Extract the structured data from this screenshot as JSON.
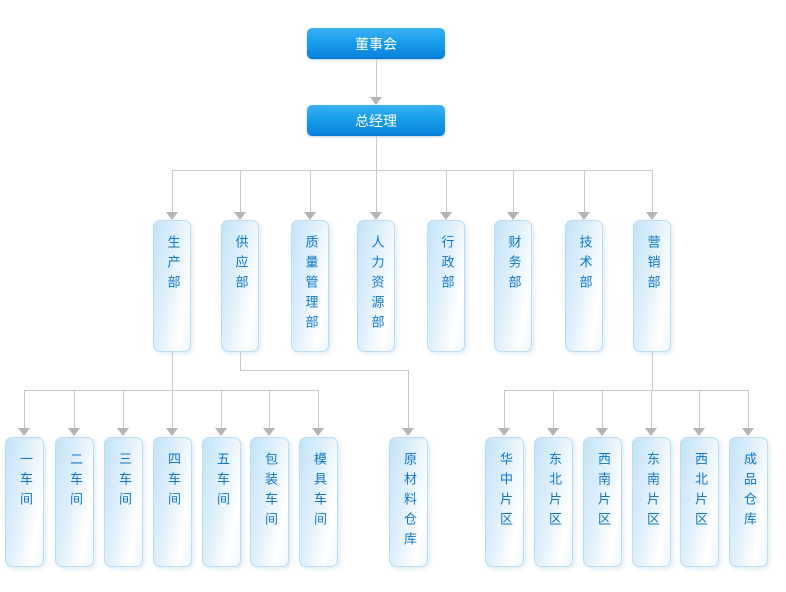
{
  "page": {
    "background_color": "#ffffff"
  },
  "colors": {
    "primary_node_top": "#3cb2f4",
    "primary_node_bottom": "#0a84dc",
    "primary_node_text": "#ffffff",
    "secondary_node_fill": "#c3e4f8",
    "secondary_node_border": "#b9dcf0",
    "secondary_node_text": "#0e76c6",
    "connector_line": "#c9c9c9",
    "connector_arrow": "#b3b3b3"
  },
  "org_chart": {
    "board": {
      "label": "董事会"
    },
    "general_manager": {
      "label": "总经理"
    },
    "departments": [
      {
        "label": "生产部"
      },
      {
        "label": "供应部"
      },
      {
        "label": "质量管理部"
      },
      {
        "label": "人力资源部"
      },
      {
        "label": "行政部"
      },
      {
        "label": "财务部"
      },
      {
        "label": "技术部"
      },
      {
        "label": "营销部"
      }
    ],
    "production_units": [
      {
        "label": "一车间"
      },
      {
        "label": "二车间"
      },
      {
        "label": "三车间"
      },
      {
        "label": "四车间"
      },
      {
        "label": "五车间"
      },
      {
        "label": "包装车间"
      },
      {
        "label": "模具车间"
      }
    ],
    "supply_units": [
      {
        "label": "原材料仓库"
      }
    ],
    "marketing_units": [
      {
        "label": "华中片区"
      },
      {
        "label": "东北片区"
      },
      {
        "label": "西南片区"
      },
      {
        "label": "东南片区"
      },
      {
        "label": "西北片区"
      },
      {
        "label": "成品仓库"
      }
    ]
  }
}
